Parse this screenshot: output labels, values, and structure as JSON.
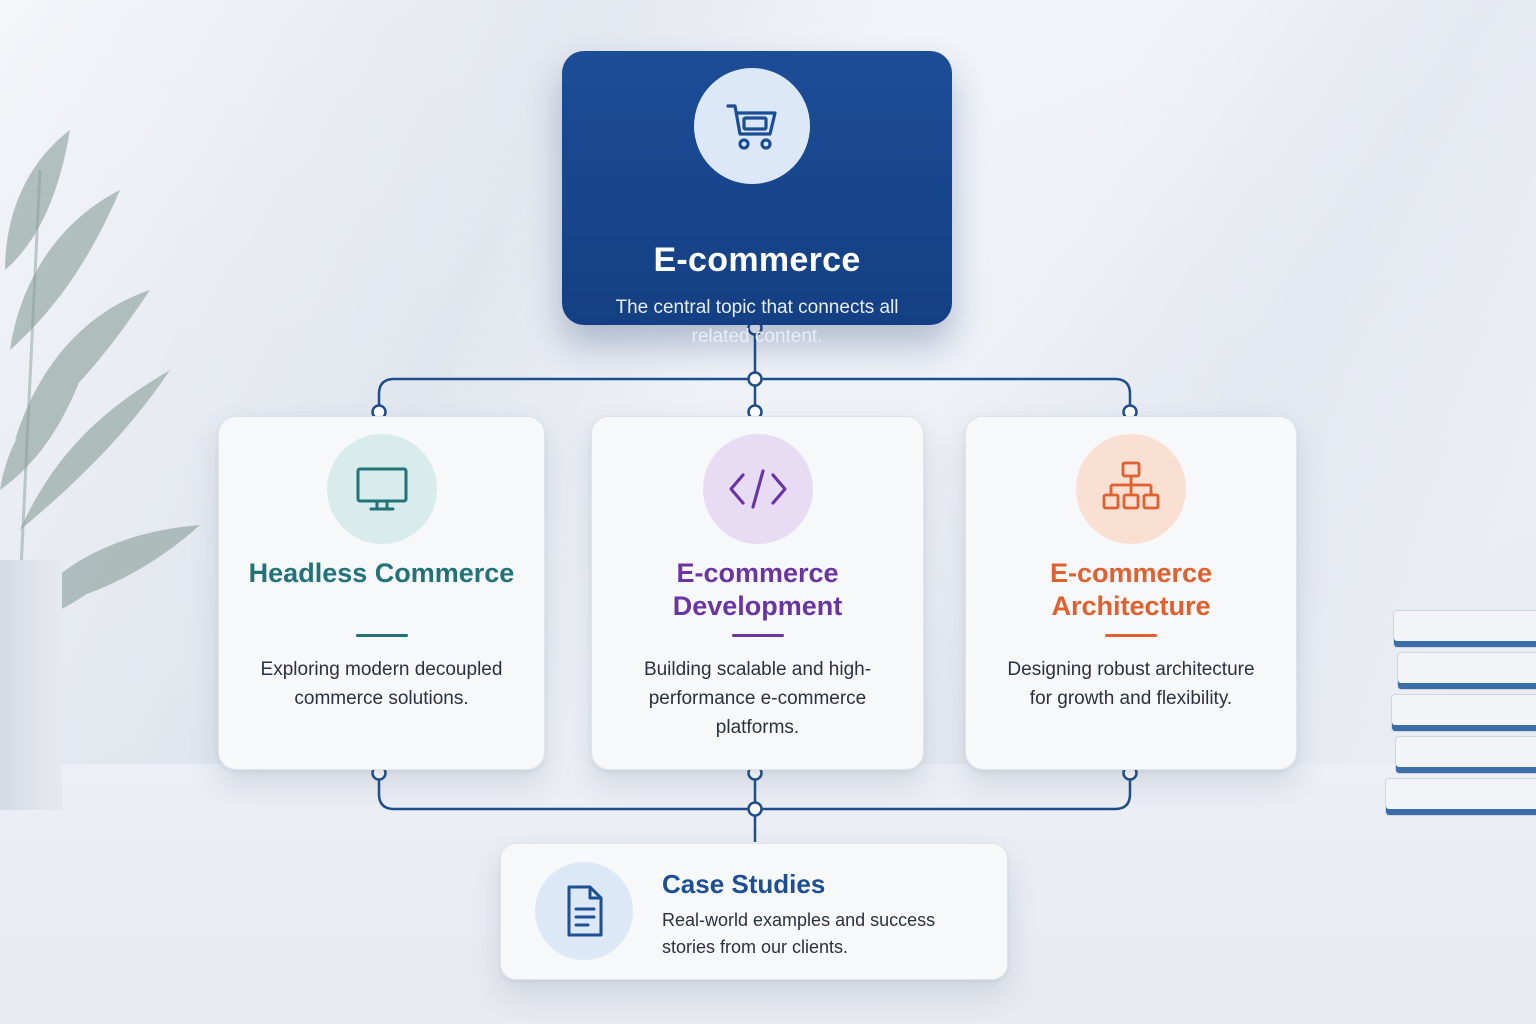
{
  "colors": {
    "primary": "#1b4b94",
    "teal": "#22727a",
    "purple": "#6a35a3",
    "orange": "#e0602f",
    "connector": "#1f4e8c"
  },
  "central": {
    "title": "E-commerce",
    "description": "The central topic that connects all related content.",
    "icon": "shopping-cart-icon"
  },
  "topics": [
    {
      "title": "Headless Commerce",
      "description": "Exploring modern decoupled commerce solutions.",
      "icon": "monitor-icon"
    },
    {
      "title": "E-commerce Development",
      "description": "Building scalable and high-performance e-commerce platforms.",
      "icon": "code-icon"
    },
    {
      "title": "E-commerce Architecture",
      "description": "Designing robust architecture for growth and flexibility.",
      "icon": "sitemap-icon"
    }
  ],
  "case_studies": {
    "title": "Case Studies",
    "description": "Real-world examples and success stories from our clients.",
    "icon": "document-icon"
  }
}
